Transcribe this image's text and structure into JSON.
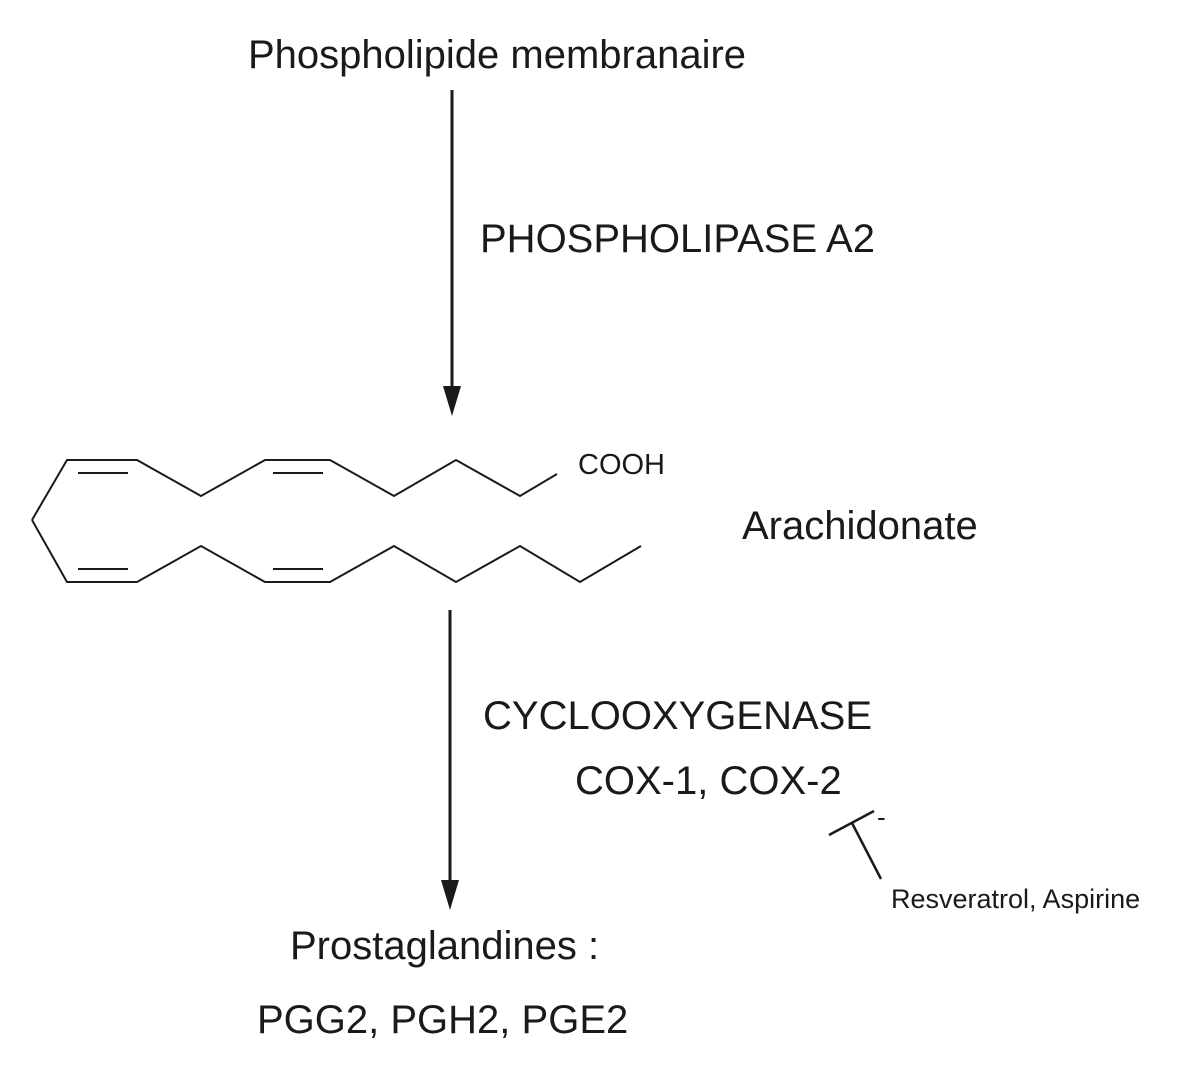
{
  "diagram": {
    "source_label": "Phospholipide membranaire",
    "enzyme_1": "PHOSPHOLIPASE A2",
    "molecule": {
      "name": "Arachidonate",
      "group_label": "COOH"
    },
    "enzyme_2": {
      "name": "CYCLOOXYGENASE",
      "isoforms": "COX-1, COX-2"
    },
    "inhibition": {
      "sign": "-",
      "inhibitors": "Resveratrol, Aspirine"
    },
    "product": {
      "title": "Prostaglandines :",
      "list": "PGG2, PGH2, PGE2"
    }
  },
  "colors": {
    "ink": "#1a1a1a",
    "background": "#ffffff"
  }
}
